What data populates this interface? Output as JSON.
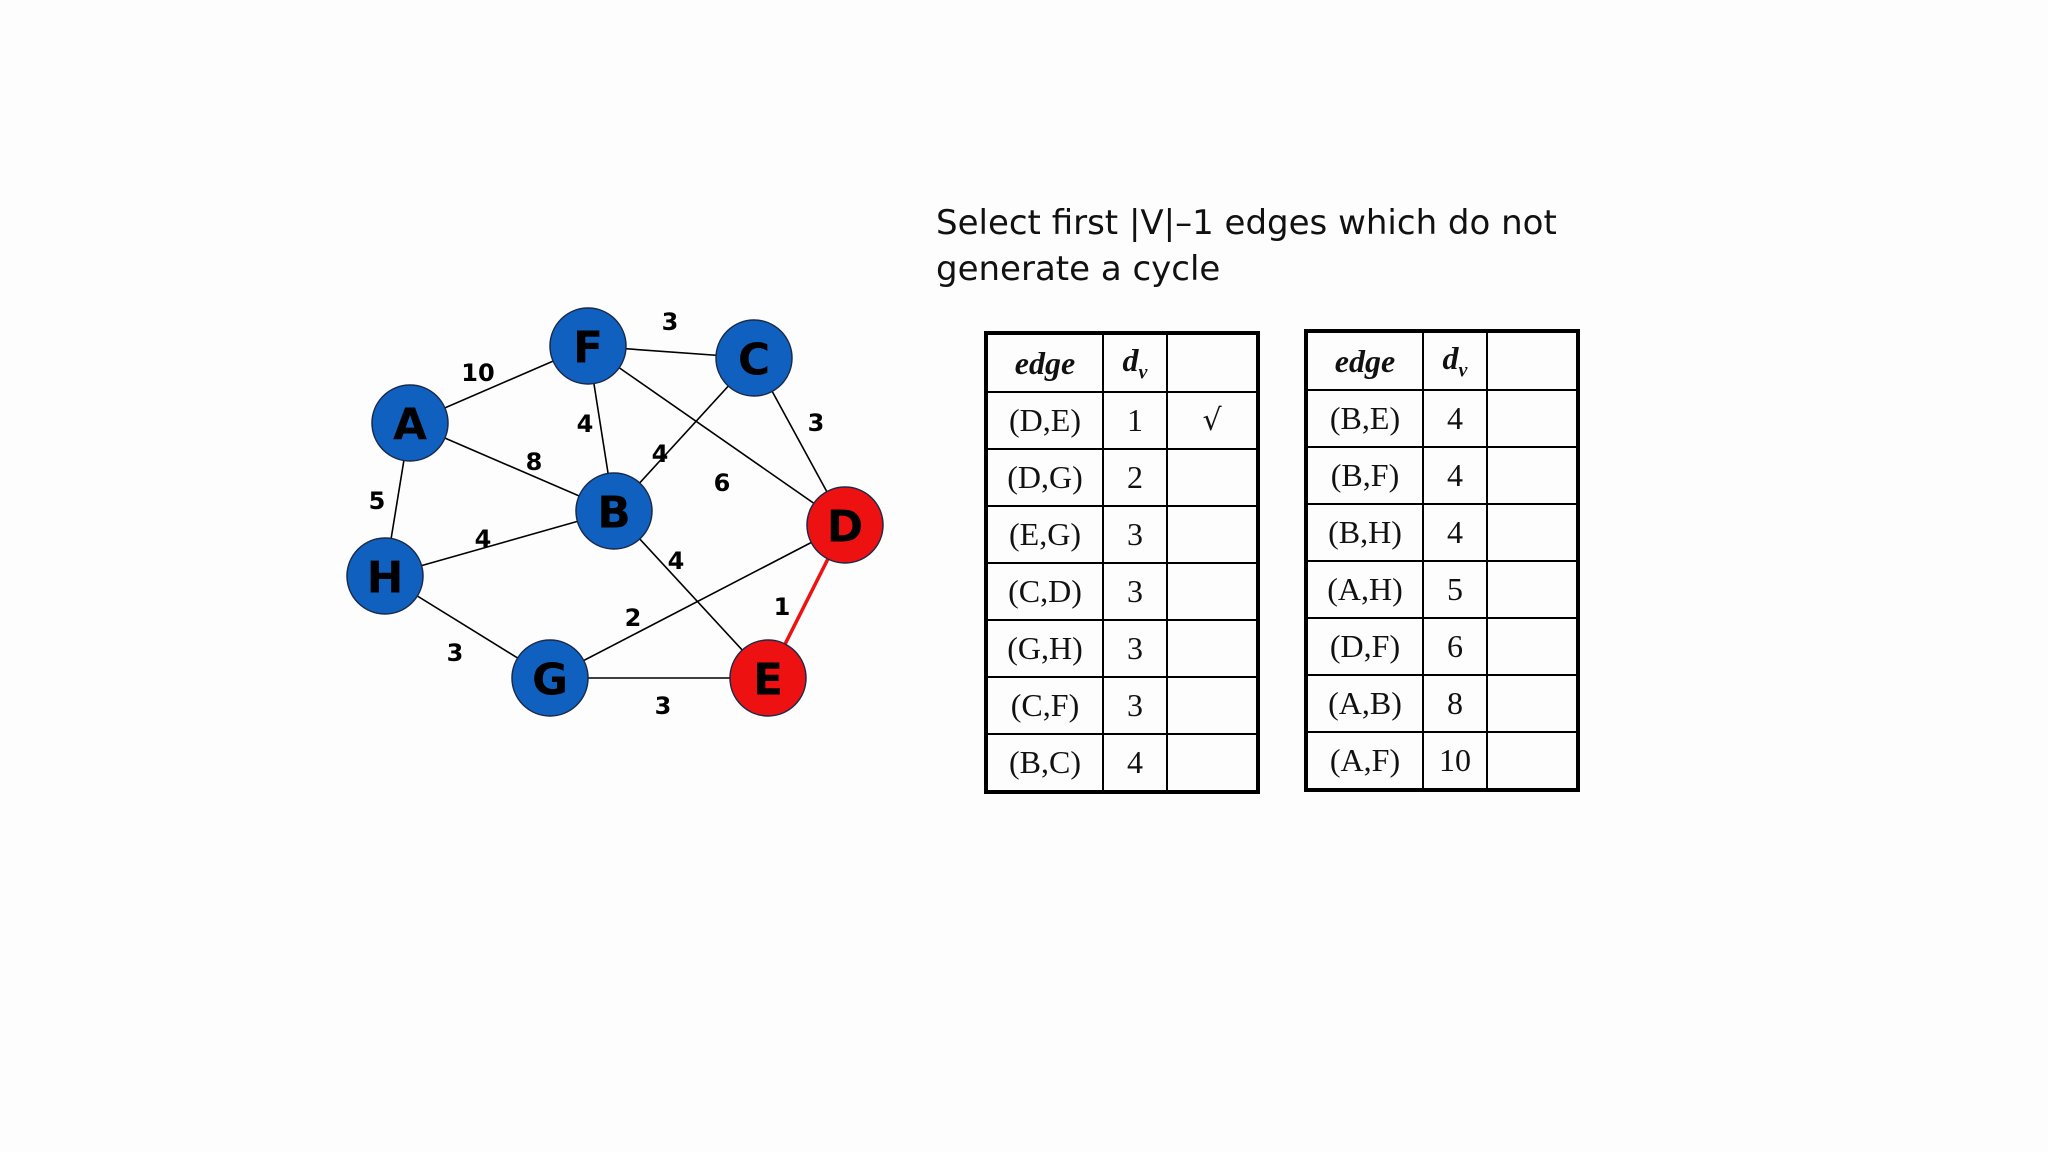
{
  "heading": {
    "line1": "Select first |V|–1 edges which do not",
    "line2": "generate a cycle"
  },
  "colors": {
    "node_default": "#1060c0",
    "node_selected": "#ee1111",
    "edge_selected": "#ee1111"
  },
  "graph": {
    "nodes": [
      {
        "id": "F",
        "selected": false
      },
      {
        "id": "C",
        "selected": false
      },
      {
        "id": "A",
        "selected": false
      },
      {
        "id": "B",
        "selected": false
      },
      {
        "id": "D",
        "selected": true
      },
      {
        "id": "H",
        "selected": false
      },
      {
        "id": "G",
        "selected": false
      },
      {
        "id": "E",
        "selected": true
      }
    ],
    "edges": [
      {
        "from": "F",
        "to": "C",
        "weight": "3",
        "selected": false
      },
      {
        "from": "A",
        "to": "F",
        "weight": "10",
        "selected": false
      },
      {
        "from": "C",
        "to": "D",
        "weight": "3",
        "selected": false
      },
      {
        "from": "F",
        "to": "B",
        "weight": "4",
        "selected": false
      },
      {
        "from": "A",
        "to": "B",
        "weight": "8",
        "selected": false
      },
      {
        "from": "C",
        "to": "B",
        "weight": "4",
        "selected": false
      },
      {
        "from": "F",
        "to": "D",
        "weight": "6",
        "selected": false
      },
      {
        "from": "A",
        "to": "H",
        "weight": "5",
        "selected": false
      },
      {
        "from": "H",
        "to": "B",
        "weight": "4",
        "selected": false
      },
      {
        "from": "B",
        "to": "E",
        "weight": "4",
        "selected": false
      },
      {
        "from": "D",
        "to": "E",
        "weight": "1",
        "selected": true
      },
      {
        "from": "G",
        "to": "D",
        "weight": "2",
        "selected": false
      },
      {
        "from": "H",
        "to": "G",
        "weight": "3",
        "selected": false
      },
      {
        "from": "G",
        "to": "E",
        "weight": "3",
        "selected": false
      }
    ]
  },
  "tables": {
    "header": {
      "edge": "edge",
      "d": "d",
      "d_sub": "v"
    },
    "left": [
      {
        "edge": "(D,E)",
        "d": "1",
        "mark": "√"
      },
      {
        "edge": "(D,G)",
        "d": "2",
        "mark": ""
      },
      {
        "edge": "(E,G)",
        "d": "3",
        "mark": ""
      },
      {
        "edge": "(C,D)",
        "d": "3",
        "mark": ""
      },
      {
        "edge": "(G,H)",
        "d": "3",
        "mark": ""
      },
      {
        "edge": "(C,F)",
        "d": "3",
        "mark": ""
      },
      {
        "edge": "(B,C)",
        "d": "4",
        "mark": ""
      }
    ],
    "right": [
      {
        "edge": "(B,E)",
        "d": "4",
        "mark": ""
      },
      {
        "edge": "(B,F)",
        "d": "4",
        "mark": ""
      },
      {
        "edge": "(B,H)",
        "d": "4",
        "mark": ""
      },
      {
        "edge": "(A,H)",
        "d": "5",
        "mark": ""
      },
      {
        "edge": "(D,F)",
        "d": "6",
        "mark": ""
      },
      {
        "edge": "(A,B)",
        "d": "8",
        "mark": ""
      },
      {
        "edge": "(A,F)",
        "d": "10",
        "mark": ""
      }
    ]
  }
}
